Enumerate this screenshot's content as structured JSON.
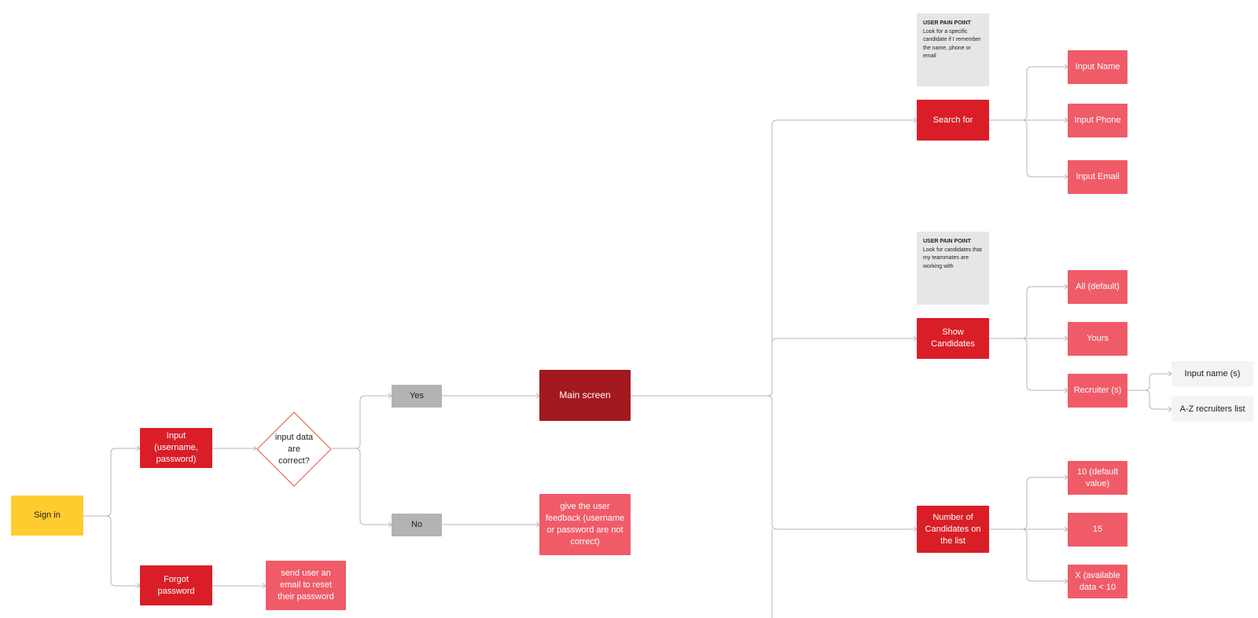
{
  "flow": {
    "sign_in": "Sign in",
    "input_credentials": "Input (username, password)",
    "forgot_password": "Forgot password",
    "send_reset_email": "send user an email to reset their password",
    "decision": "input data are correct?",
    "yes": "Yes",
    "no": "No",
    "main_screen": "Main screen",
    "feedback": "give the user feedback (username or password are not correct)"
  },
  "search": {
    "note_title": "USER PAIN POINT",
    "note_text": "Look for a specific candidate if I remember the name, phone or email",
    "label": "Search for",
    "options": [
      "Input Name",
      "Input Phone",
      "Input Email"
    ]
  },
  "show_candidates": {
    "note_title": "USER PAIN POINT",
    "note_text": "Look for candidates that my teammates are working with",
    "label": "Show Candidates",
    "options": [
      "All (default)",
      "Yours",
      "Recruiter (s)"
    ],
    "recruiter_options": [
      "Input name (s)",
      "A-Z recruiters list"
    ]
  },
  "number_of_candidates": {
    "label": "Number of Candidates on the list",
    "options": [
      "10 (default value)",
      "15",
      "X (available data < 10"
    ]
  },
  "colors": {
    "start": "#fecc2f",
    "primary": "#da1e28",
    "main": "#a2191f",
    "option": "#f05b68",
    "decision_stroke": "#e05a3c",
    "connector": "#b7b7b7"
  }
}
